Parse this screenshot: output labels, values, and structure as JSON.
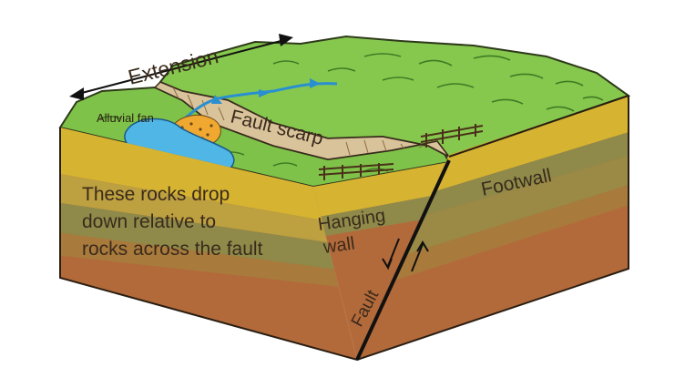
{
  "labels": {
    "extension": "Extension",
    "alluvial_fan": "Alluvial fan",
    "fault_scarp": "Fault scarp",
    "footwall": "Footwall",
    "hanging_wall_line1": "Hanging",
    "hanging_wall_line2": "wall",
    "fault": "Fault",
    "drop_line1": "These rocks drop",
    "drop_line2": "down relative to",
    "drop_line3": "rocks across the fault"
  },
  "colors": {
    "grass": "#7fc24a",
    "grass_dark": "#4f8f2c",
    "scarp": "#d9c39a",
    "lake": "#4fb6e6",
    "river": "#2a8fd0",
    "fan": "#f0a830",
    "layer_yellow": "#d6b431",
    "layer_olive": "#8f8a4a",
    "layer_brown": "#b36a3a",
    "layer_dark": "#8a5a33",
    "fault_line": "#1a1a1a"
  }
}
